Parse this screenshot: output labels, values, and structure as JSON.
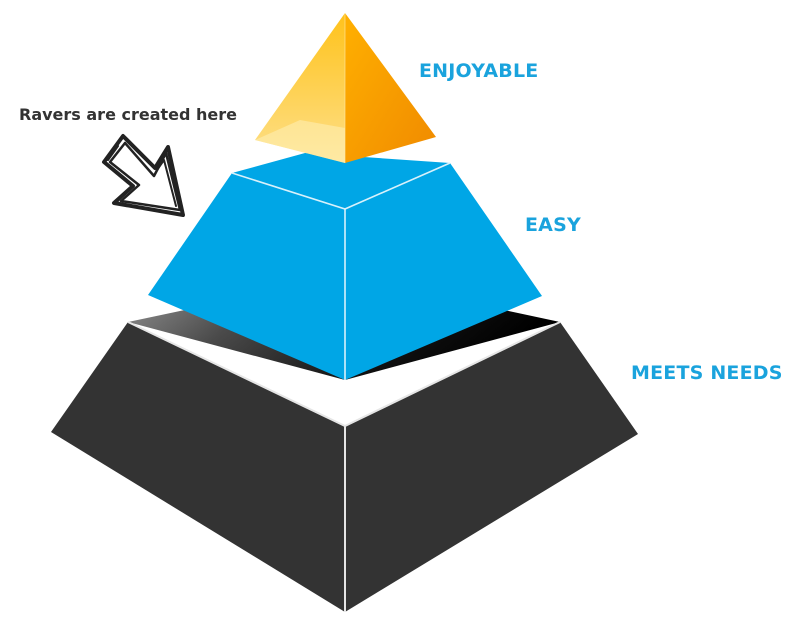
{
  "diagram": {
    "levels": [
      {
        "label": "ENJOYABLE",
        "color": "#f7b500"
      },
      {
        "label": "EASY",
        "color": "#00a6e6"
      },
      {
        "label": "MEETS NEEDS",
        "color": "#333333"
      }
    ],
    "label_color": "#1aa3dd",
    "annotation": {
      "text": "Ravers are created here",
      "icon": "hand-drawn-arrow-icon"
    }
  }
}
